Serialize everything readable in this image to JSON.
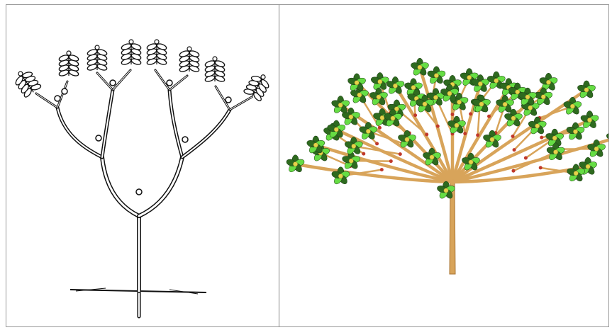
{
  "figure": {
    "panels": [
      {
        "id": "left",
        "style": "line-drawing",
        "subject": "branching-plant-sketch"
      },
      {
        "id": "right",
        "style": "3d-render",
        "subject": "branching-plant-model"
      }
    ]
  },
  "colors": {
    "background": "#ffffff",
    "panel_border": "#9a9a9a",
    "sketch_stroke": "#111111",
    "stem_tan": "#d8a45a",
    "stem_dark": "#a87536",
    "leaf_green": "#66dd44",
    "leaf_dark": "#2e6a1f",
    "fruit_yellow": "#e6d24a",
    "node_red": "#c0392b"
  }
}
